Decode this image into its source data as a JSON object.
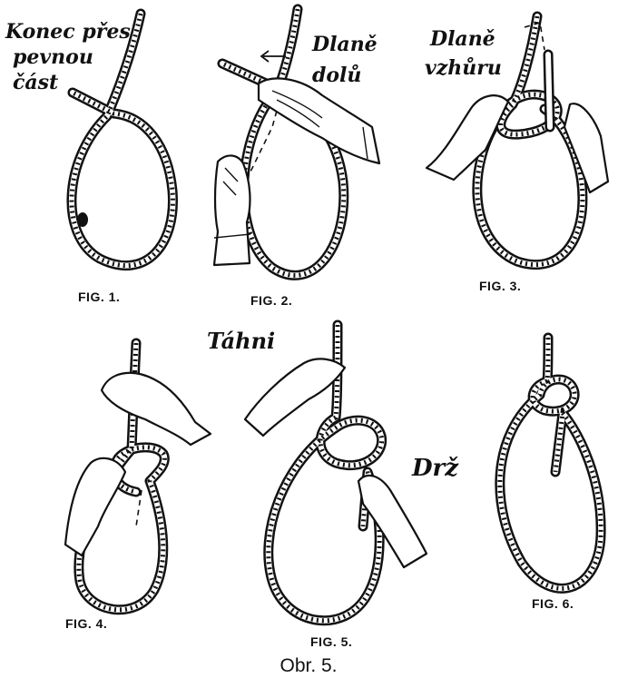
{
  "labels": {
    "fig1_note": [
      "Konec přes",
      "pevnou",
      "část"
    ],
    "fig2_note": [
      "Dlaně",
      "dolů"
    ],
    "fig3_note": [
      "Dlaně",
      "vzhůru"
    ],
    "fig4_note": "Táhni",
    "fig5_note": "Drž"
  },
  "figures": [
    "FIG. 1.",
    "FIG. 2.",
    "FIG. 3.",
    "FIG. 4.",
    "FIG. 5.",
    "FIG. 6."
  ],
  "caption": "Obr. 5."
}
